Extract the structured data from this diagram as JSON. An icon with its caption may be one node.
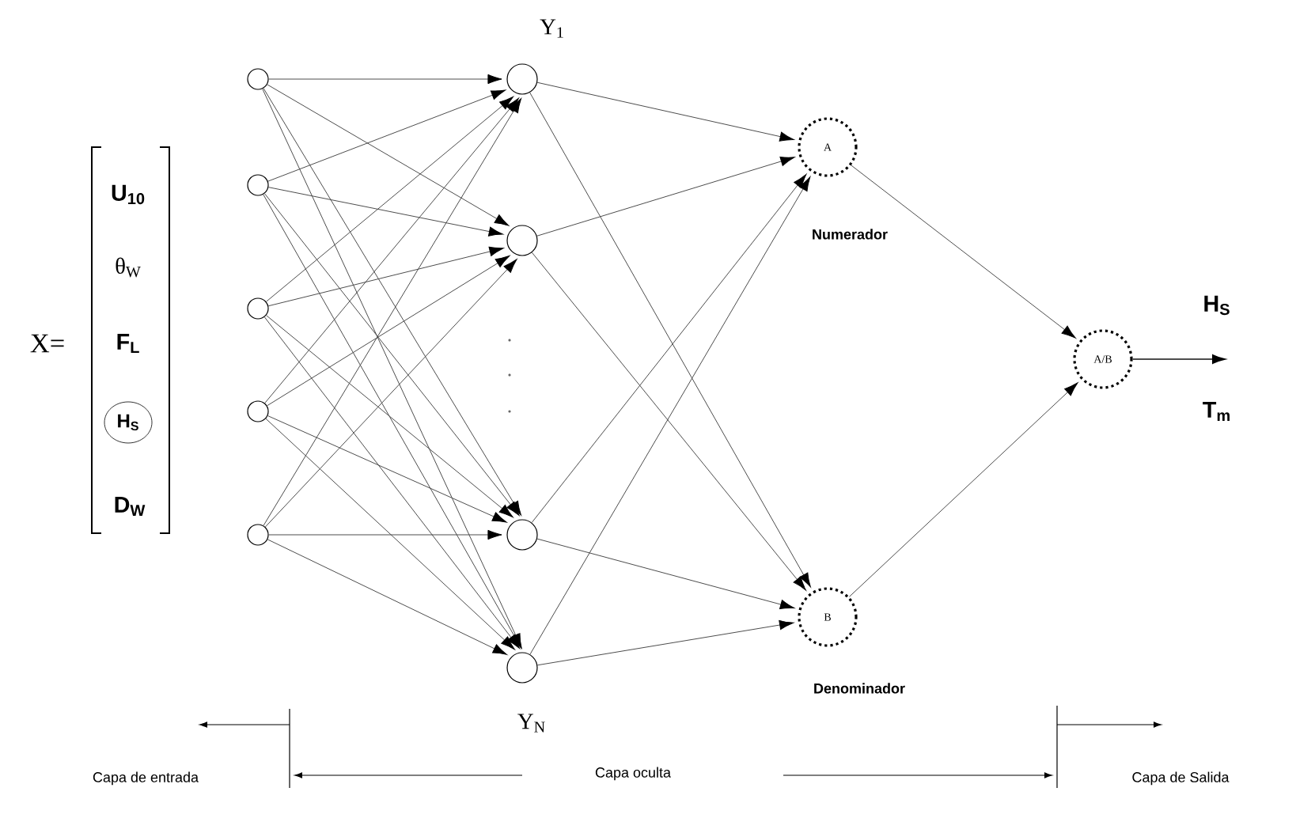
{
  "diagram": {
    "nodes": [
      {
        "text": [],
        "shape": "circle"
      },
      {
        "text": [],
        "shape": "circle"
      },
      {
        "text": [],
        "shape": "circle"
      },
      {
        "text": [],
        "shape": "circle"
      },
      {
        "text": [],
        "shape": "circle"
      },
      {
        "text": [],
        "shape": "circle",
        "beside": [
          "Y$_{1}$"
        ]
      },
      {
        "text": [],
        "shape": "circle"
      },
      {
        "text": [],
        "shape": "circle"
      },
      {
        "text": [],
        "shape": "circle",
        "beside": [
          "Y$_{N}$"
        ]
      },
      {
        "text": [
          "A"
        ],
        "beside": [
          "Numerador"
        ]
      },
      {
        "text": [
          "B"
        ],
        "beside": [
          "Denominador"
        ]
      },
      {
        "text": [
          "A/B"
        ]
      },
      {
        "text": [
          "H$_{S}$"
        ]
      }
    ],
    "edges": [
      {
        "from": 0,
        "to": 5,
        "arrow": "to"
      },
      {
        "from": 0,
        "to": 6,
        "arrow": "to"
      },
      {
        "from": 0,
        "to": 7,
        "arrow": "to"
      },
      {
        "from": 0,
        "to": 8,
        "arrow": "to"
      },
      {
        "from": 1,
        "to": 5,
        "arrow": "to"
      },
      {
        "from": 1,
        "to": 6,
        "arrow": "to"
      },
      {
        "from": 1,
        "to": 7,
        "arrow": "to"
      },
      {
        "from": 1,
        "to": 8,
        "arrow": "to"
      },
      {
        "from": 2,
        "to": 5,
        "arrow": "to"
      },
      {
        "from": 2,
        "to": 6,
        "arrow": "to"
      },
      {
        "from": 2,
        "to": 7,
        "arrow": "to"
      },
      {
        "from": 2,
        "to": 8,
        "arrow": "to"
      },
      {
        "from": 3,
        "to": 5,
        "arrow": "to"
      },
      {
        "from": 3,
        "to": 6,
        "arrow": "to"
      },
      {
        "from": 3,
        "to": 7,
        "arrow": "to"
      },
      {
        "from": 3,
        "to": 8,
        "arrow": "to"
      },
      {
        "from": 4,
        "to": 5,
        "arrow": "to"
      },
      {
        "from": 4,
        "to": 6,
        "arrow": "to"
      },
      {
        "from": 4,
        "to": 7,
        "arrow": "to"
      },
      {
        "from": 4,
        "to": 8,
        "arrow": "to"
      },
      {
        "from": 5,
        "to": 9,
        "arrow": "to"
      },
      {
        "from": 6,
        "to": 9,
        "arrow": "to"
      },
      {
        "from": 7,
        "to": 9,
        "arrow": "to"
      },
      {
        "from": 8,
        "to": 9,
        "arrow": "to"
      },
      {
        "from": 5,
        "to": 10,
        "arrow": "to"
      },
      {
        "from": 6,
        "to": 10,
        "arrow": "to"
      },
      {
        "from": 7,
        "to": 10,
        "arrow": "to"
      },
      {
        "from": 8,
        "to": 10,
        "arrow": "to"
      },
      {
        "from": 9,
        "to": 11,
        "arrow": "to"
      },
      {
        "from": 10,
        "to": 11,
        "arrow": "to"
      },
      {
        "from": 11,
        "to": null,
        "arrow": "to"
      }
    ],
    "labels": [
      "X=",
      "U$_{10}$",
      "θ$_{W}$",
      "F$_{L}$",
      "D$_{W}$",
      "H$_{S}$",
      "T$_{m}$",
      "Capa de entrada",
      "Capa oculta",
      "Capa de Salida"
    ]
  }
}
